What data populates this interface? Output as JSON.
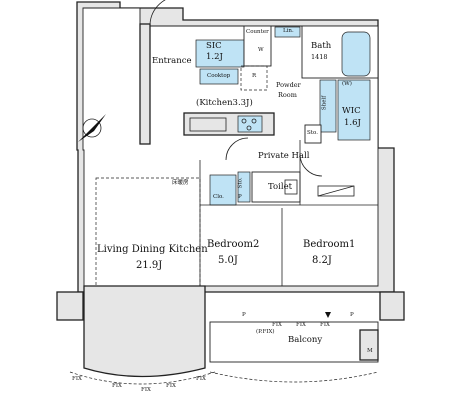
{
  "rooms": {
    "entrance": "Entrance",
    "sic_name": "SIC",
    "sic_area": "1.2J",
    "counter": "Counter",
    "w_small": "W",
    "lin": "Lin.",
    "bath": "Bath",
    "bath_size": "1418",
    "cooktop": "Cooktop",
    "r": "R",
    "powder1": "Powder",
    "powder2": "Room",
    "kitchen": "(Kitchen3.3J)",
    "w_wic": "(W)",
    "wic_name": "WIC",
    "wic_area": "1.6J",
    "shelf": "Shelf",
    "sto_wic": "Sto.",
    "private_hall": "Private Hall",
    "toilet": "Toilet",
    "sto_toilet": "Sto.",
    "clo": "Clo.",
    "p_clo": "P",
    "floorheat": "床暖房",
    "ldk_name": "Living Dining Kitchen",
    "ldk_area": "21.9J",
    "bed2_name": "Bedroom2",
    "bed2_area": "5.0J",
    "bed1_name": "Bedroom1",
    "bed1_area": "8.2J",
    "balcony": "Balcony",
    "pfix": "(P.FIX)",
    "p_b2": "P",
    "p_b1": "P",
    "m": "M"
  },
  "fix_labels": [
    "FIX",
    "FIX",
    "FIX",
    "FIX",
    "FIX",
    "FIX",
    "FIX",
    "FIX"
  ],
  "compass": "north-arrow"
}
